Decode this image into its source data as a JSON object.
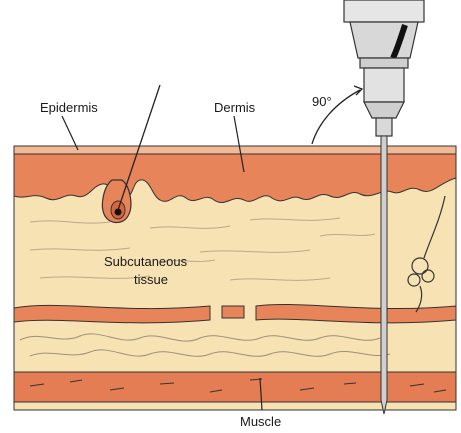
{
  "labels": {
    "epidermis": "Epidermis",
    "dermis": "Dermis",
    "angle": "90°",
    "subcutaneous_line1": "Subcutaneous",
    "subcutaneous_line2": "tissue",
    "muscle": "Muscle"
  },
  "colors": {
    "dermis": "#e8845a",
    "dermis_dark": "#d9663b",
    "subcutaneous": "#f7e2b4",
    "fat_lines": "#b9a98a",
    "muscle": "#e47d53",
    "outline": "#333333",
    "needle_metal": "#d8d8d8",
    "background": "#ffffff"
  },
  "icons": [
    "syringe-icon",
    "needle-icon",
    "hair-follicle-icon",
    "nerve-icon"
  ]
}
